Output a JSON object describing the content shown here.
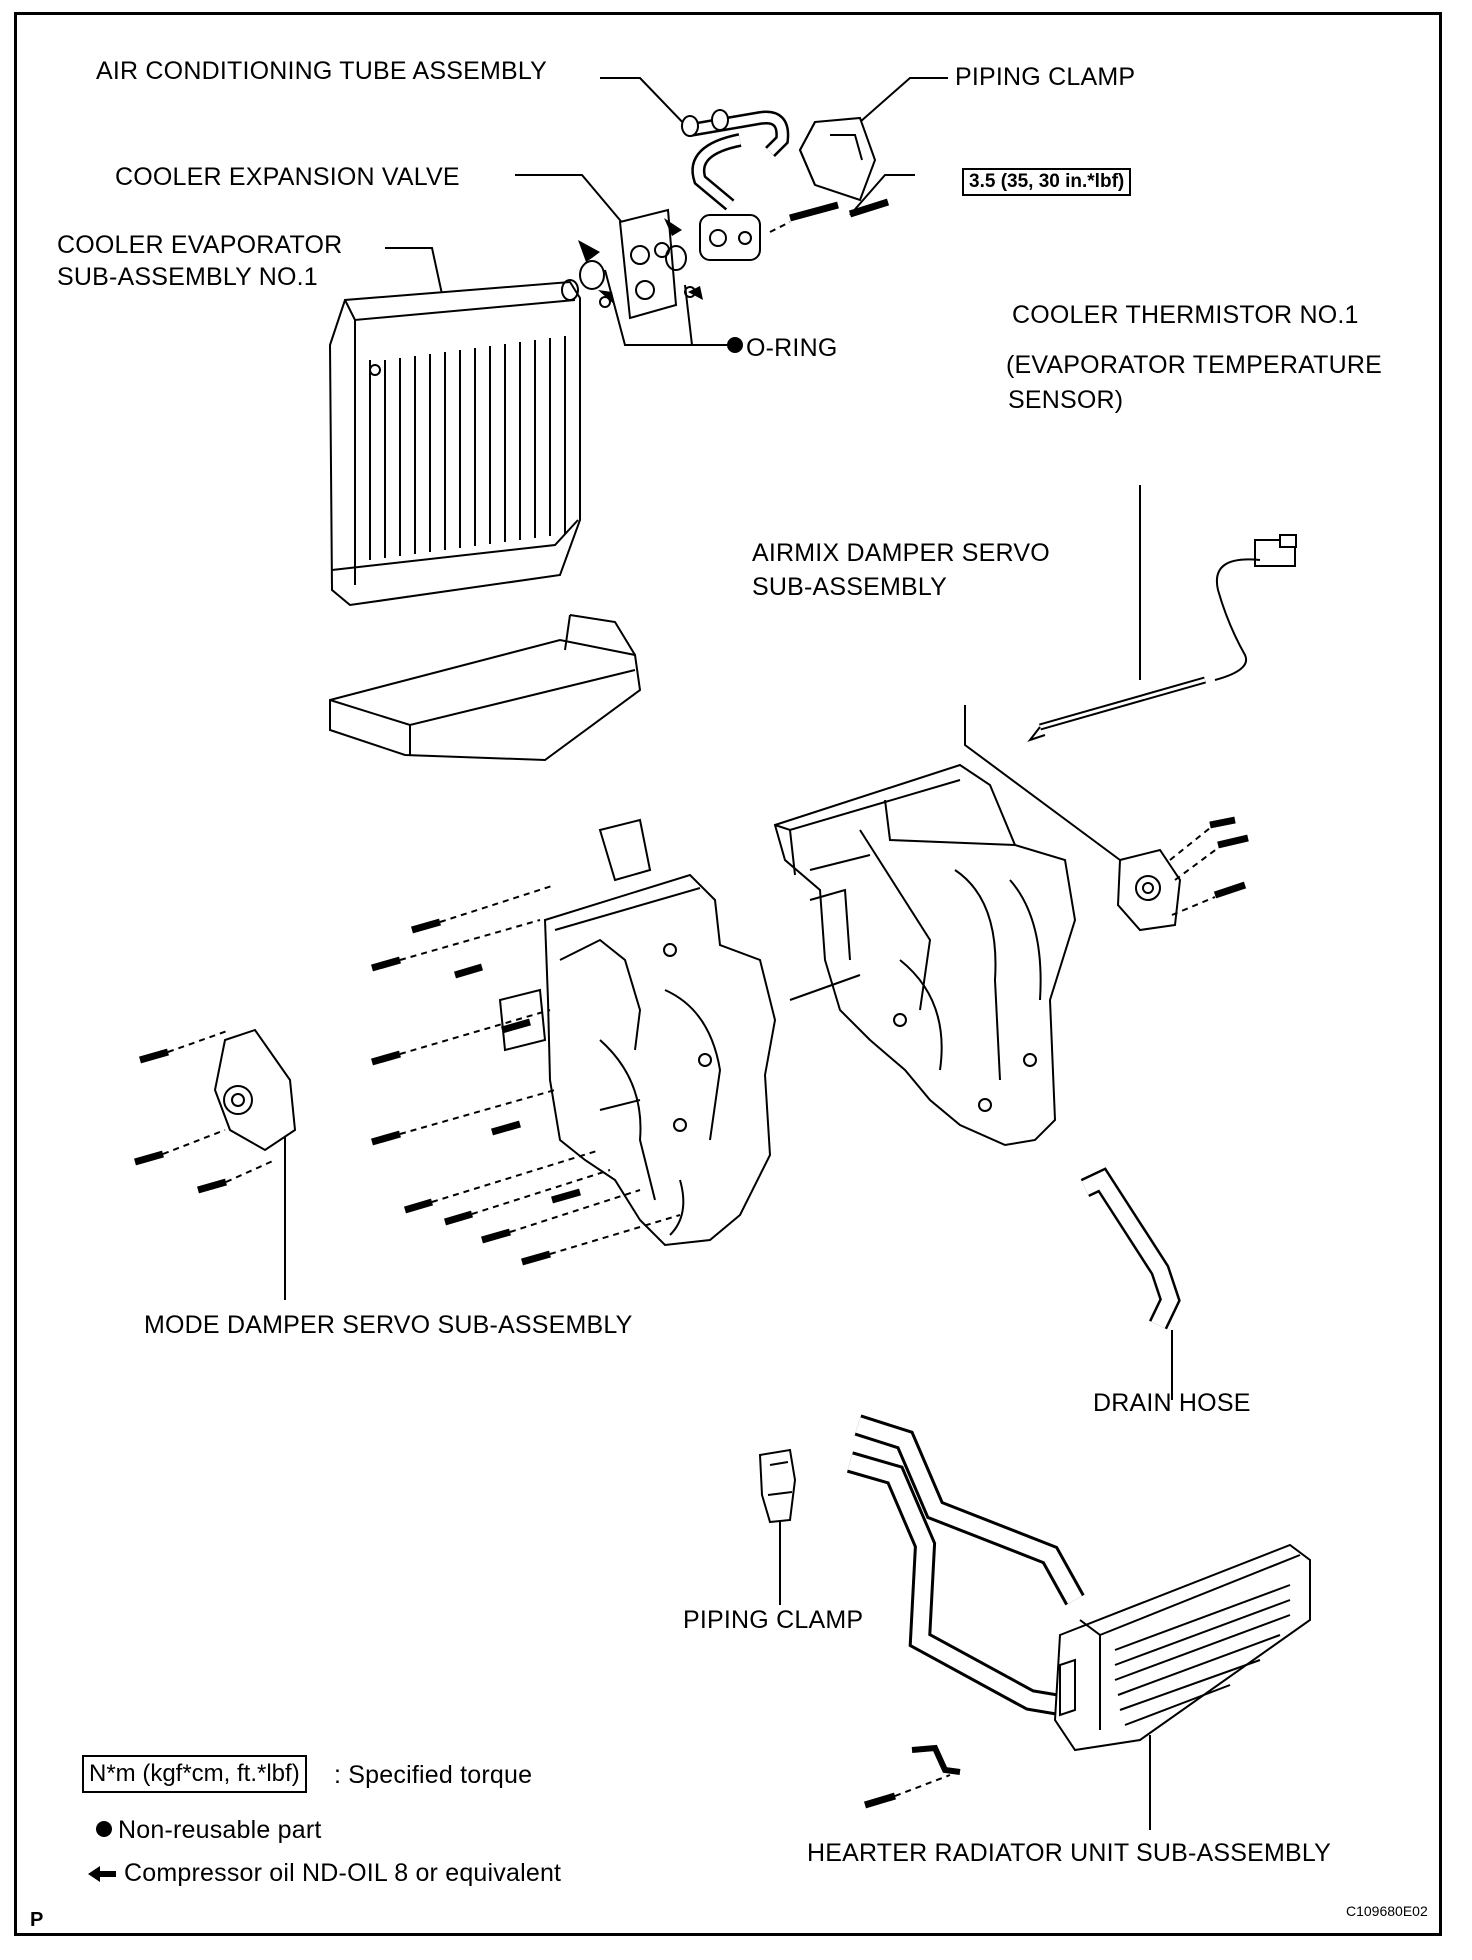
{
  "labels": {
    "ac_tube": "AIR CONDITIONING TUBE ASSEMBLY",
    "piping_clamp_top": "PIPING CLAMP",
    "expansion_valve": "COOLER EXPANSION VALVE",
    "torque_value": "3.5 (35, 30 in.*lbf)",
    "evaporator_line1": "COOLER EVAPORATOR",
    "evaporator_line2": "SUB-ASSEMBLY NO.1",
    "o_ring": "O-RING",
    "thermistor_line1": "COOLER THERMISTOR NO.1",
    "thermistor_line2": "(EVAPORATOR TEMPERATURE",
    "thermistor_line3": "SENSOR)",
    "airmix_line1": "AIRMIX DAMPER SERVO",
    "airmix_line2": "SUB-ASSEMBLY",
    "mode_damper": "MODE DAMPER SERVO SUB-ASSEMBLY",
    "drain_hose": "DRAIN HOSE",
    "piping_clamp_bottom": "PIPING CLAMP",
    "heater_radiator": "HEARTER RADIATOR UNIT SUB-ASSEMBLY"
  },
  "legend": {
    "torque_box": "N*m (kgf*cm, ft.*lbf)",
    "torque_desc": ": Specified torque",
    "nonreusable": "Non-reusable part",
    "compressor_oil": "Compressor oil ND-OIL 8 or equivalent"
  },
  "footer": {
    "corner_letter": "P",
    "figure_code": "C109680E02"
  }
}
